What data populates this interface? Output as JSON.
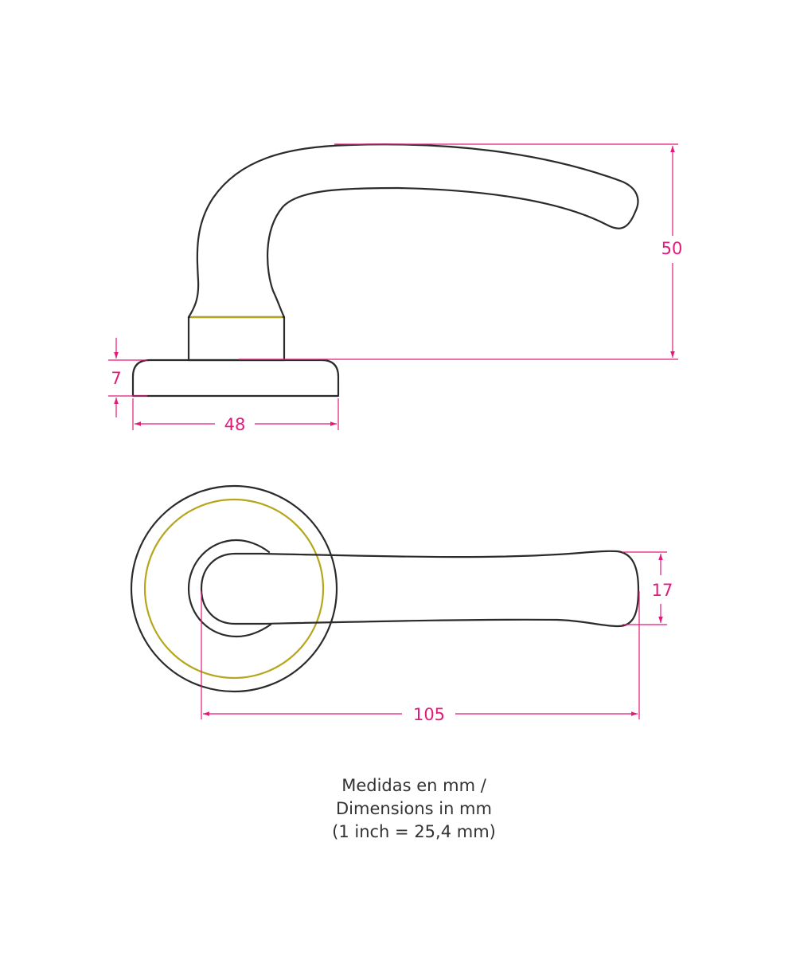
{
  "dimensions": {
    "height": "50",
    "rose_thickness": "7",
    "rose_diameter": "48",
    "lever_length": "105",
    "lever_width": "17"
  },
  "notes": {
    "line1": "Medidas en mm /",
    "line2": "Dimensions in mm",
    "line3": "(1 inch = 25,4 mm)"
  },
  "colors": {
    "outline": "#2b2b2b",
    "accent_gold": "#b5a61c",
    "dimension": "#e4197a"
  }
}
